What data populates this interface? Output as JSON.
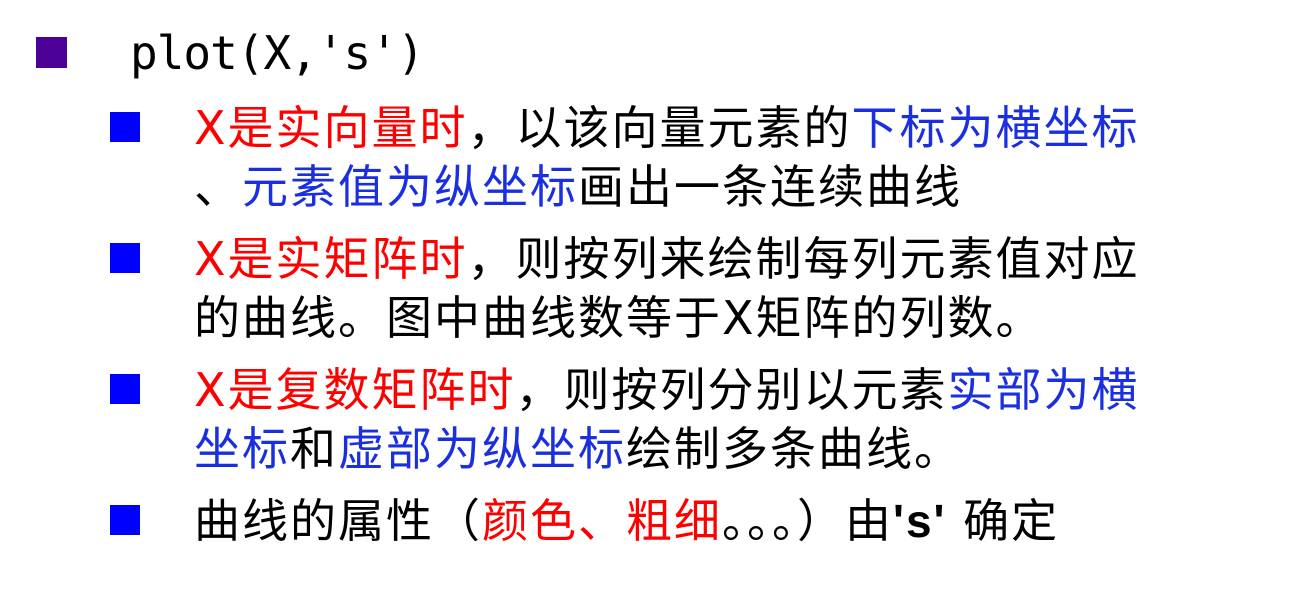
{
  "title": {
    "text": "plot(X,'s')"
  },
  "items": [
    {
      "lines": [
        [
          {
            "t": "X是实向量时",
            "c": "red"
          },
          {
            "t": "，以该向量元素的",
            "c": "black"
          },
          {
            "t": "下标为横坐标",
            "c": "blue"
          }
        ],
        [
          {
            "t": "、",
            "c": "black"
          },
          {
            "t": "元素值为纵坐标",
            "c": "blue"
          },
          {
            "t": "画出一条连续曲线",
            "c": "black"
          }
        ]
      ]
    },
    {
      "lines": [
        [
          {
            "t": "X是实矩阵时",
            "c": "red"
          },
          {
            "t": "，则按列来绘制每列元素值对应",
            "c": "black"
          }
        ],
        [
          {
            "t": "的曲线。图中曲线数等于X矩阵的列数。",
            "c": "black"
          }
        ]
      ]
    },
    {
      "lines": [
        [
          {
            "t": "X是复数矩阵时",
            "c": "red"
          },
          {
            "t": "，则按列分别以元素",
            "c": "black"
          },
          {
            "t": "实部为横",
            "c": "blue"
          }
        ],
        [
          {
            "t": "坐标",
            "c": "blue"
          },
          {
            "t": "和",
            "c": "black"
          },
          {
            "t": "虚部为纵坐标",
            "c": "blue"
          },
          {
            "t": "绘制多条曲线。",
            "c": "black"
          }
        ]
      ]
    },
    {
      "lines": [
        [
          {
            "t": "曲线的属性（",
            "c": "black"
          },
          {
            "t": "颜色、粗细",
            "c": "red"
          },
          {
            "t": "。。。）由",
            "c": "black"
          },
          {
            "t": "'s'",
            "c": "bold"
          },
          {
            "t": " 确定",
            "c": "black"
          }
        ]
      ]
    }
  ],
  "colors": {
    "red": "#ff0000",
    "blue": "#1a2fe0",
    "title_bullet": "#4b0096",
    "sub_bullet": "#0000ff"
  }
}
